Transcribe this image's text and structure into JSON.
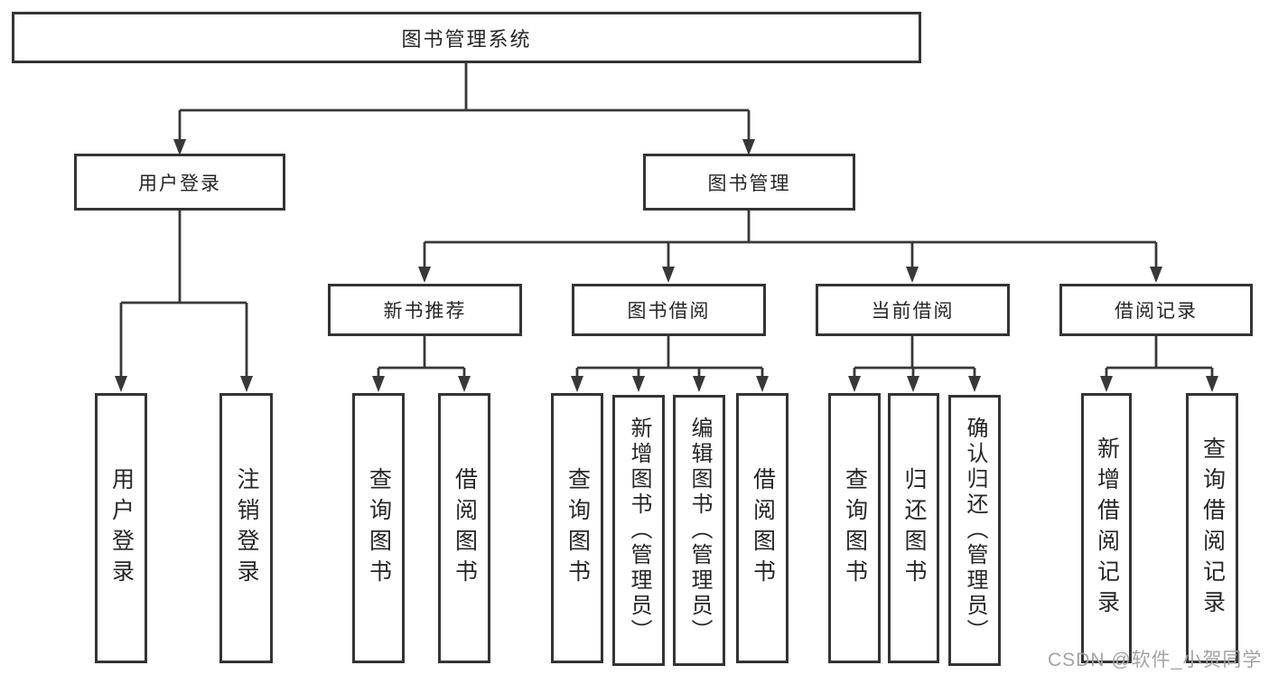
{
  "colors": {
    "line": "#383838",
    "box_border": "#343434",
    "text": "#262626",
    "watermark": "#a3a3a3",
    "background": "#ffffff"
  },
  "tree": {
    "root": {
      "label": "图书管理系统"
    },
    "branches": [
      {
        "label": "用户登录",
        "children": [
          {
            "label": "用户登录"
          },
          {
            "label": "注销登录"
          }
        ]
      },
      {
        "label": "图书管理",
        "children": [
          {
            "label": "新书推荐",
            "children": [
              {
                "label": "查询图书"
              },
              {
                "label": "借阅图书"
              }
            ]
          },
          {
            "label": "图书借阅",
            "children": [
              {
                "label": "查询图书"
              },
              {
                "label": "新增图书（管理员）"
              },
              {
                "label": "编辑图书（管理员）"
              },
              {
                "label": "借阅图书"
              }
            ]
          },
          {
            "label": "当前借阅",
            "children": [
              {
                "label": "查询图书"
              },
              {
                "label": "归还图书"
              },
              {
                "label": "确认归还（管理员）"
              }
            ]
          },
          {
            "label": "借阅记录",
            "children": [
              {
                "label": "新增借阅记录"
              },
              {
                "label": "查询借阅记录"
              }
            ]
          }
        ]
      }
    ]
  },
  "watermark": {
    "text": "CSDN @软件_小贺同学"
  }
}
